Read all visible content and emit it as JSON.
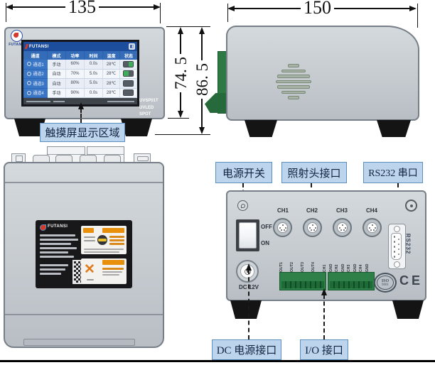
{
  "dimensions": {
    "front_width": "135",
    "side_depth": "150",
    "body_height": "74. 5",
    "total_height": "86. 5"
  },
  "front": {
    "brand": "FUTANSI",
    "model_line1": "UVSP01T",
    "model_line2": "UVLED SPOT",
    "callout": "触摸屏显示区域",
    "screen": {
      "brand": "FUTANSI",
      "headers": [
        "通道",
        "模式",
        "功率",
        "时间",
        "温度",
        "状态"
      ],
      "rows": [
        {
          "name": "通道1",
          "mode": "手动",
          "power": "60%",
          "time": "0.0s",
          "temp": "28℃",
          "state": "on-right"
        },
        {
          "name": "通道2",
          "mode": "自动",
          "power": "70%",
          "time": "5.0s",
          "temp": "28℃",
          "state": "on-left"
        },
        {
          "name": "通道3",
          "mode": "自动",
          "power": "80%",
          "time": "5.0s",
          "temp": "28℃",
          "state": "off"
        },
        {
          "name": "通道4",
          "mode": "手动",
          "power": "90%",
          "time": "0.0s",
          "temp": "28℃",
          "state": "off"
        }
      ]
    }
  },
  "rear_label": {
    "brand": "FUTANSI"
  },
  "back": {
    "callouts": {
      "power_switch": "电源开关",
      "head_port": "照射头接口",
      "rs232_port": "RS232 串口",
      "dc_port": "DC 电源接口",
      "io_port": "I/O 接口"
    },
    "switch_off": "OFF",
    "switch_on": "ON",
    "channels": [
      "CH1",
      "CH2",
      "CH3",
      "CH4"
    ],
    "rs232_label": "RS232",
    "dc_label": "DC 12V",
    "io_out_pins": [
      "OUT1",
      "OUT2",
      "OUT3",
      "OUT4"
    ],
    "io_ch_pins": [
      "CH1",
      "GND",
      "CH2",
      "GND",
      "CH3",
      "GND",
      "CH4",
      "GND"
    ],
    "iso_line1": "ISO",
    "iso_line2": "9001",
    "ce_text": "CE"
  },
  "colors": {
    "callout_bg": "#bcd5ec",
    "callout_border": "#5b8fc0",
    "device_gray": "#c6cbd0",
    "device_border": "#767e87",
    "terminal_green": "#2e8048",
    "screen_blue": "#2f66b4",
    "toggle_green": "#3fae5a",
    "foot_black": "#141414"
  }
}
